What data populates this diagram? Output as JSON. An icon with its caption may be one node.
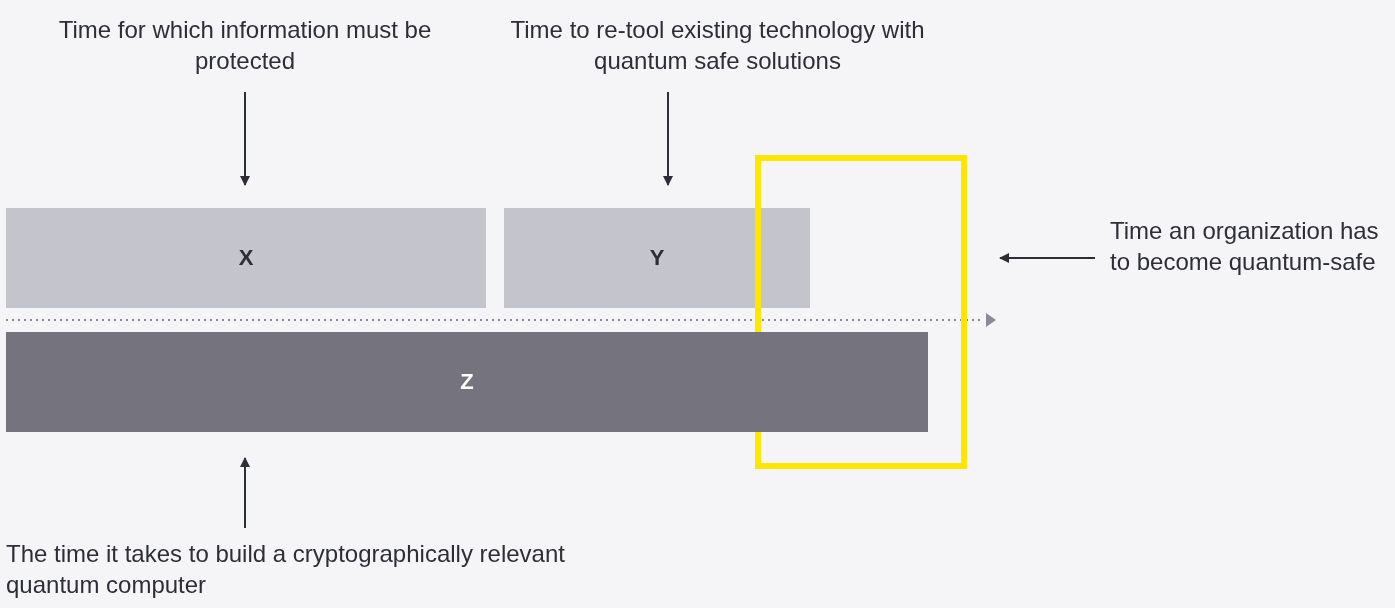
{
  "diagram": {
    "nodes": [
      {
        "text": [
          "Time for which information must be protected"
        ]
      },
      {
        "text": [
          "Time to re-tool existing technology with quantum safe solutions"
        ]
      },
      {
        "text": [
          "X"
        ]
      },
      {
        "text": [
          "Y"
        ]
      },
      {
        "text": [],
        "shape": "box"
      },
      {
        "text": [
          "Time an organization has to become quantum-safe"
        ]
      },
      {
        "text": [
          "Z"
        ]
      },
      {
        "text": [
          "The time it takes to build a cryptographically relevant quantum computer"
        ]
      }
    ],
    "edges": [
      {
        "from": 0,
        "to": 2,
        "arrow": "to"
      },
      {
        "from": 1,
        "to": 3,
        "arrow": "to"
      },
      {
        "from": 5,
        "to": 4,
        "arrow": "to"
      },
      {
        "from": 7,
        "to": 6,
        "arrow": "to"
      }
    ]
  }
}
